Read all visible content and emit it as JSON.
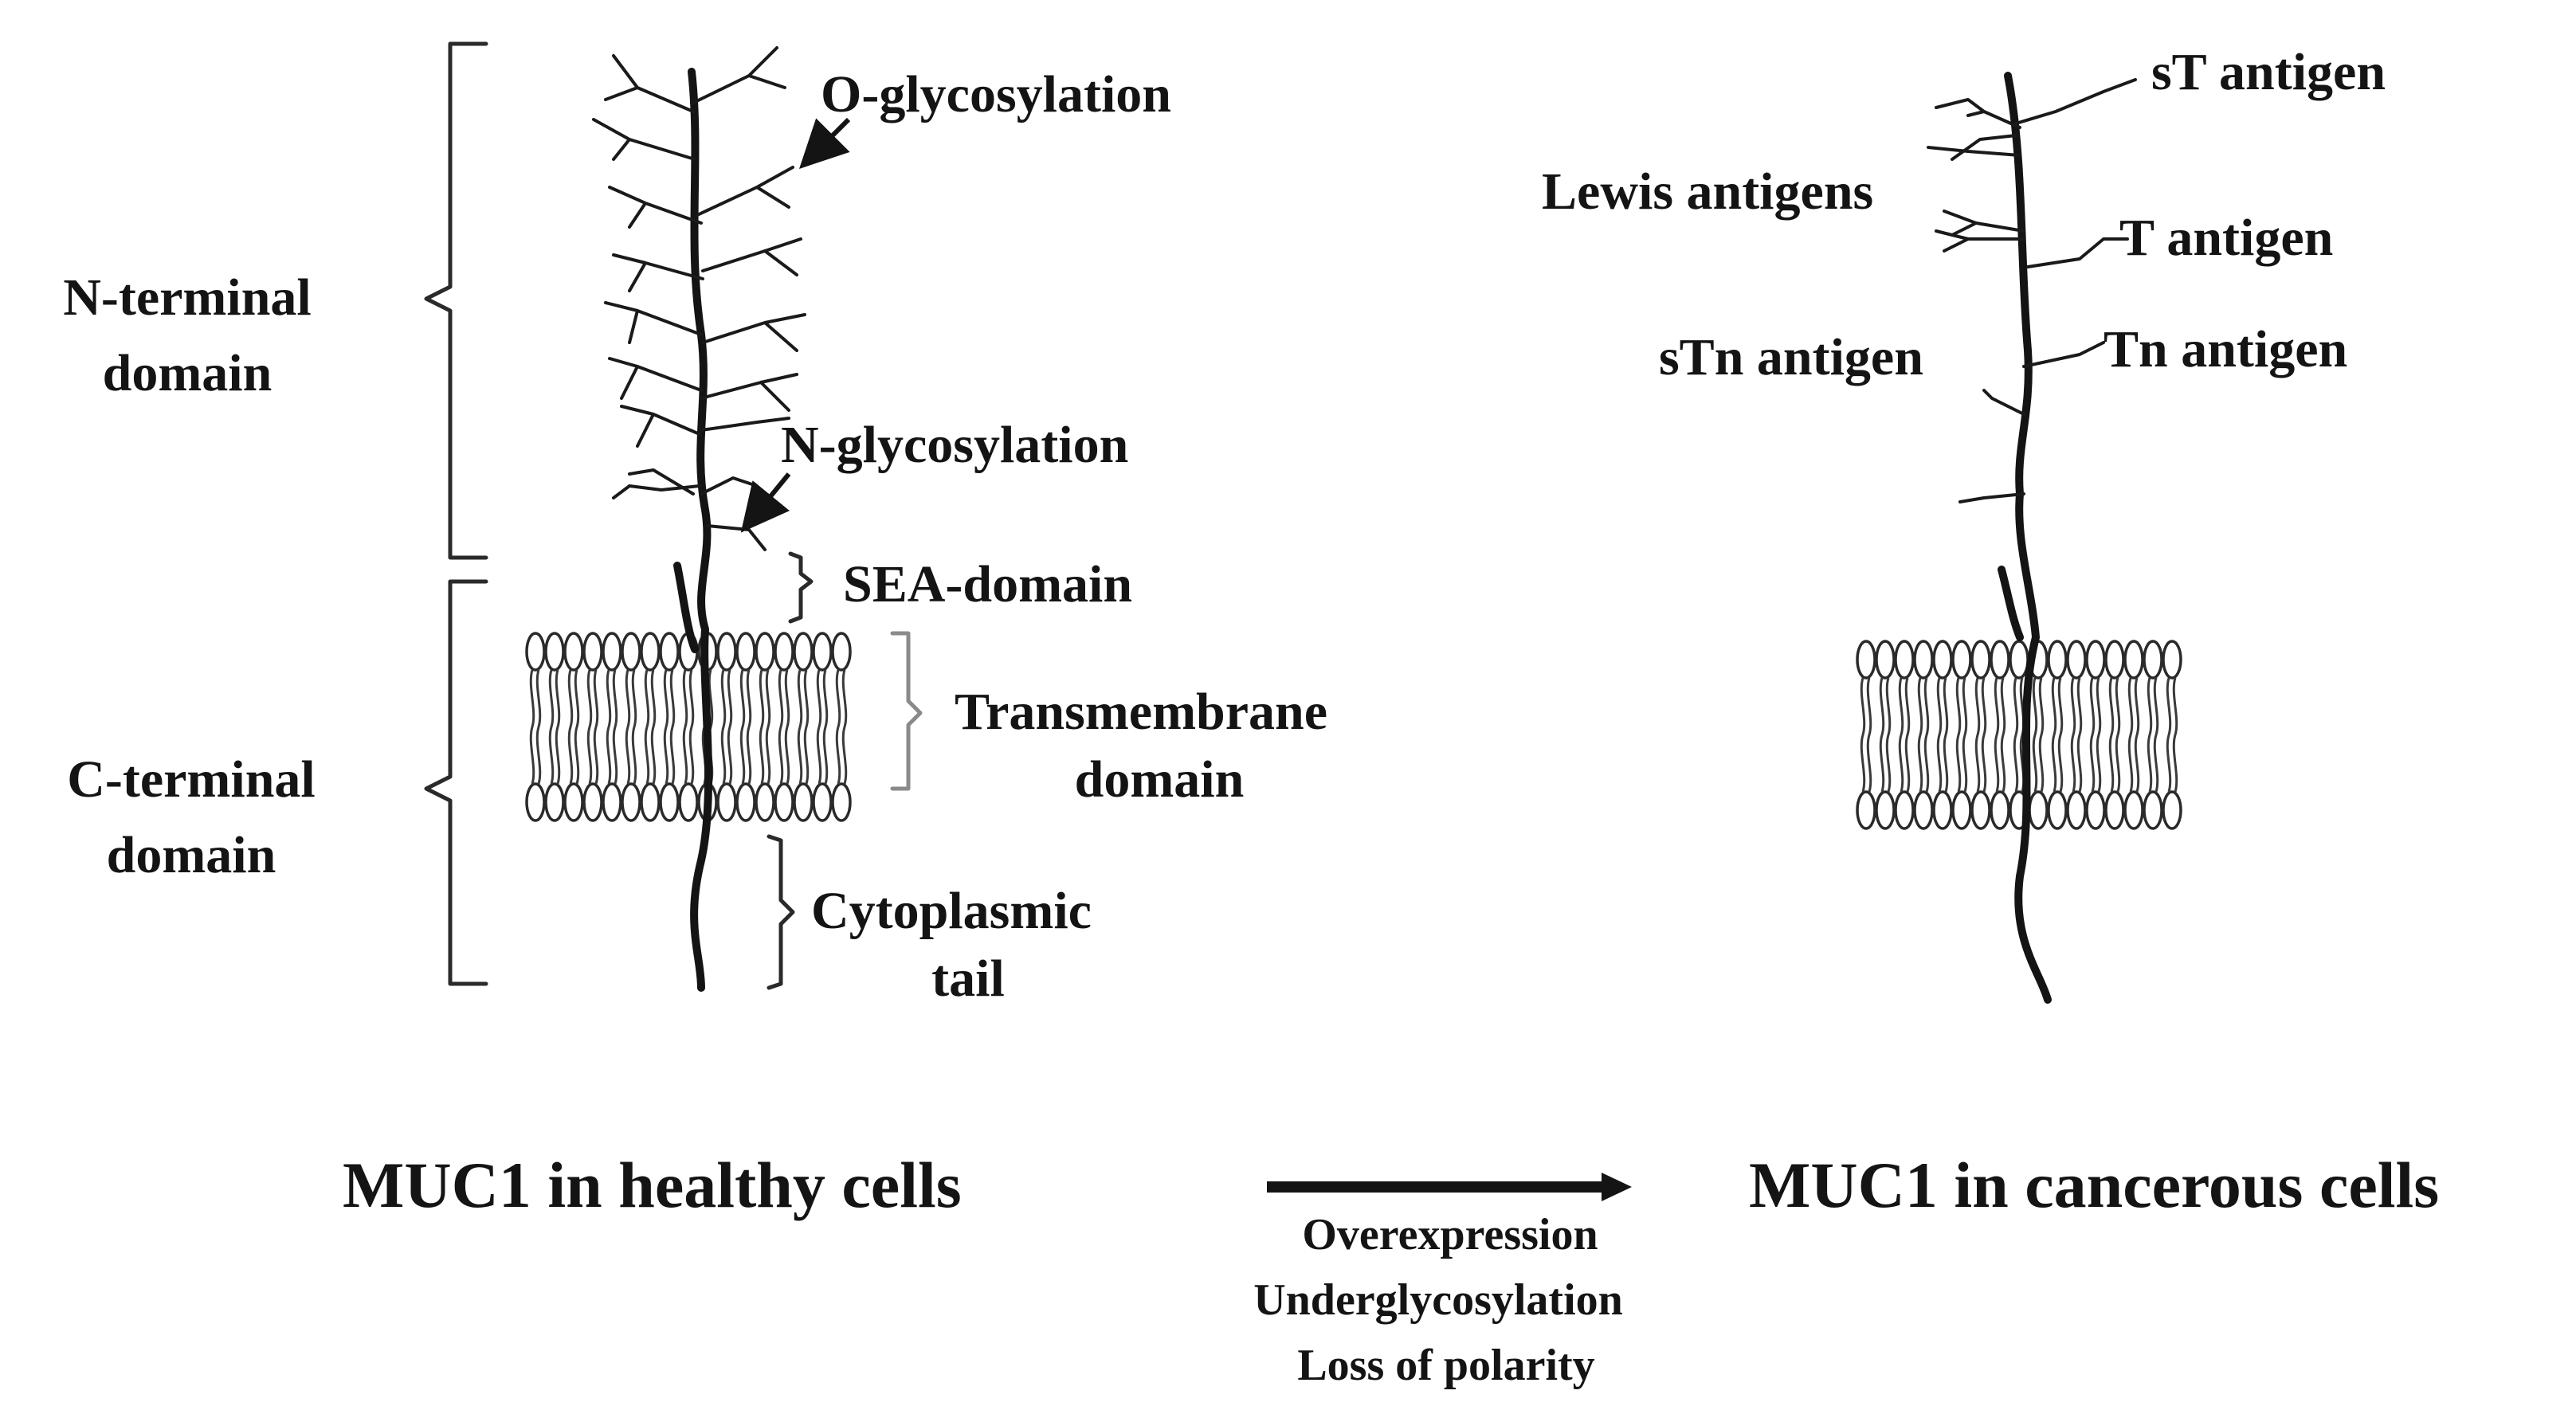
{
  "healthy": {
    "o_glycosylation": "O-glycosylation",
    "n_glycosylation": "N-glycosylation",
    "n_terminal_line1": "N-terminal",
    "n_terminal_line2": "domain",
    "c_terminal_line1": "C-terminal",
    "c_terminal_line2": "domain",
    "sea_domain": "SEA-domain",
    "transmembrane_line1": "Transmembrane",
    "transmembrane_line2": "domain",
    "cytoplasmic_line1": "Cytoplasmic",
    "cytoplasmic_line2": "tail",
    "caption": "MUC1 in healthy cells"
  },
  "cancer": {
    "st_antigen": "sT antigen",
    "lewis_antigens": "Lewis antigens",
    "t_antigen": "T antigen",
    "stn_antigen": "sTn antigen",
    "tn_antigen": "Tn antigen",
    "caption": "MUC1 in cancerous cells"
  },
  "transition": {
    "line1": "Overexpression",
    "line2": "Underglycosylation",
    "line3": "Loss of polarity"
  }
}
